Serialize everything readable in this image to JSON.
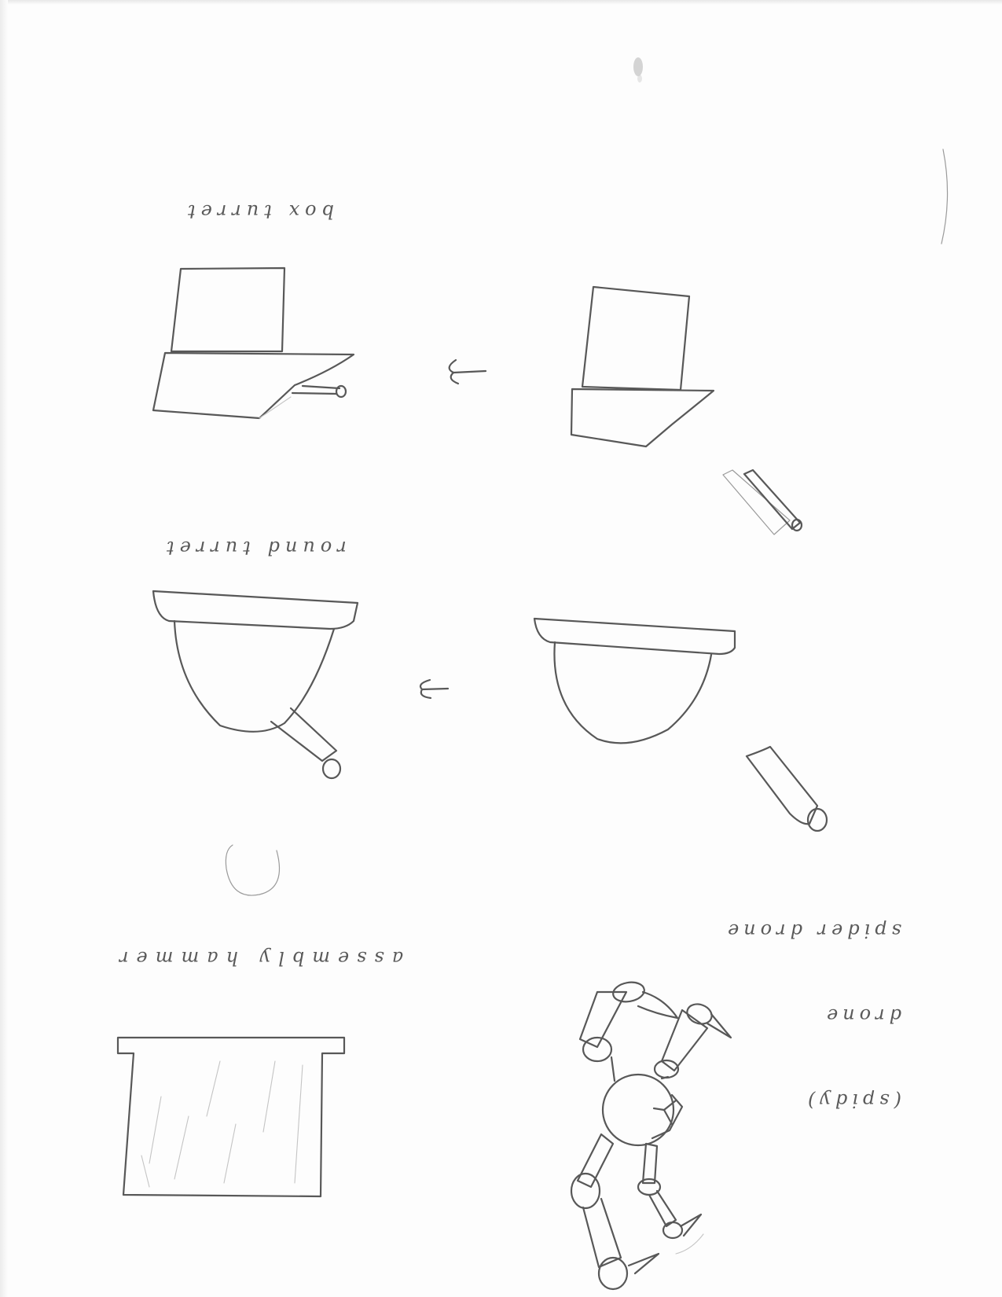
{
  "captions": {
    "box_turret": "box turret",
    "round_turret": "round turret",
    "assembly_hammer": "assembly hammer",
    "spider_drone": {
      "line1": "spider drone",
      "line2": "drone",
      "line3": "(spidy)"
    }
  },
  "ink_color": "#585858"
}
